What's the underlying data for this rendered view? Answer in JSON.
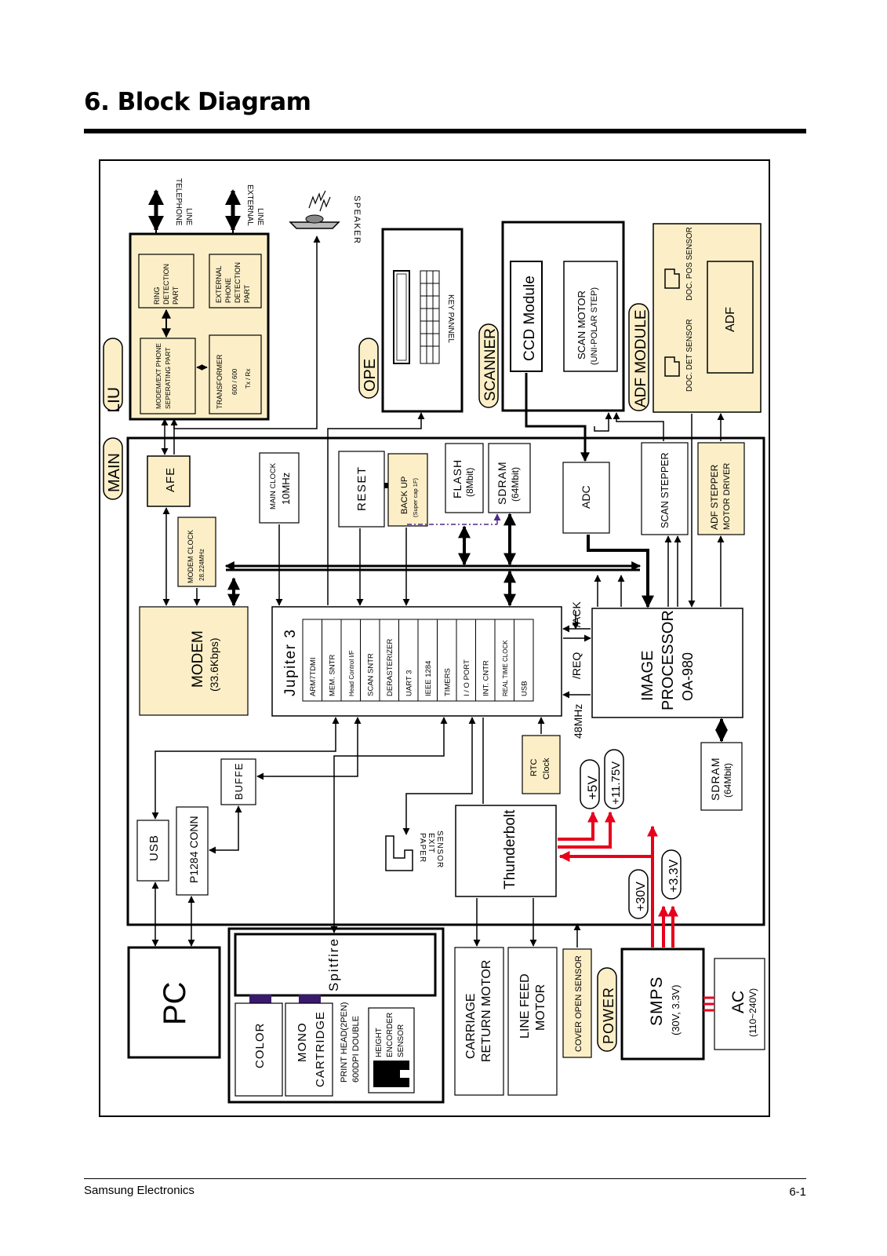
{
  "page": {
    "title": "6. Block Diagram"
  },
  "footer": {
    "left": "Samsung Electronics",
    "right": "6-1"
  },
  "colors": {
    "highlight_fill": "#fcefc7",
    "power_line": "#e8001c",
    "dash_line": "#4b2a8c",
    "connector": "#3a1a6e"
  },
  "diagram": {
    "sections": {
      "liu": "LIU",
      "main": "MAIN",
      "ope": "OPE",
      "scanner": "SCANNER",
      "adf_module": "ADF MODULE",
      "power": "POWER"
    },
    "external": {
      "telephone_line": [
        "TELEPHONE",
        "LINE"
      ],
      "external_line": [
        "EXTERNAL",
        "LINE"
      ],
      "speaker": "SPEAKER",
      "key_panel": "KEY PANNEL"
    },
    "liu": {
      "ring_detection": [
        "RING",
        "DETECTION",
        "PART"
      ],
      "external_phone_detection": [
        "EXTERNAL",
        "PHONE",
        "DETECTION",
        "PART"
      ],
      "modem_phone_separating": [
        "MODEM/EXT PHONE",
        "SEPERATING PART"
      ],
      "transformer": [
        "TRANSFORMER",
        "600 / 600",
        "Tx / Rx"
      ]
    },
    "scanner": {
      "ccd": "CCD Module",
      "scan_motor": [
        "SCAN MOTOR",
        "(UNI-POLAR  STEP)"
      ]
    },
    "adf": {
      "doc_pos_sensor": "DOC. POS SENSOR",
      "doc_det_sensor": "DOC. DET SENSOR",
      "adf": "ADF"
    },
    "main": {
      "afe": "AFE",
      "main_clock": [
        "MAIN CLOCK",
        "10MHz"
      ],
      "reset": "RESET",
      "backup": [
        "BACK UP",
        "(Super cap 1F)"
      ],
      "flash": [
        "FLASH",
        "(8Mbit)"
      ],
      "sdram_top": [
        "SDRAM",
        "(64Mbit)"
      ],
      "adc": "ADC",
      "scan_stepper": "SCAN STEPPER",
      "adf_stepper": [
        "ADF STEPPER",
        "MOTOR DRIVER"
      ],
      "modem_clock": [
        "MODEM CLOCK",
        "28.224MHz"
      ],
      "modem": [
        "MODEM",
        "(33.6Kbps)"
      ],
      "jupiter_title": "Jupiter 3",
      "jupiter_cells": [
        "ARM7TDMI",
        "MEM. SNTR",
        "Head Control I/F",
        "SCAN SNTR",
        "DERASTERIZER",
        "UART 3",
        "IEEE 1284",
        "TIMERS",
        "I / O PORT",
        "INT. CNTR",
        "REAL TIME CLOCK",
        "USB"
      ],
      "ack": "/ACK",
      "req": "/REQ",
      "mhz48": "48MHz",
      "image_processor": [
        "IMAGE",
        "PROCESSOR",
        "OA-980"
      ],
      "sdram_bottom": [
        "SDRAM",
        "(64Mbit)"
      ],
      "rtc": [
        "RTC",
        "Clock"
      ],
      "v5": "+5V",
      "v1175": "+11.75V",
      "buffe": "BUFFE",
      "usb": "USB",
      "p1284": "P1284 CONN",
      "paper_exit": [
        "PAPER",
        "EXIT",
        "SENSOR"
      ],
      "thunderbolt": "Thunderbolt",
      "v30": "+30V",
      "v33": "+3.3V"
    },
    "bottom": {
      "pc": "PC",
      "spitfire": "Spitfire",
      "color": "COLOR",
      "mono": [
        "MONO",
        "CARTRIDGE"
      ],
      "print_head": [
        "PRINT HEAD(2PEN)",
        "600DPI  DOUBLE"
      ],
      "height_sensor": [
        "HEIGHT",
        "ENCORDER",
        "SENSOR"
      ],
      "carriage_motor": [
        "CARRIAGE",
        "RETURN MOTOR"
      ],
      "line_feed_motor": [
        "LINE FEED",
        "MOTOR"
      ],
      "cover_open_sensor": "COVER OPEN SENSOR",
      "smps": [
        "SMPS",
        "(30V, 3.3V)"
      ],
      "ac": [
        "AC",
        "(110~240V)"
      ]
    }
  }
}
